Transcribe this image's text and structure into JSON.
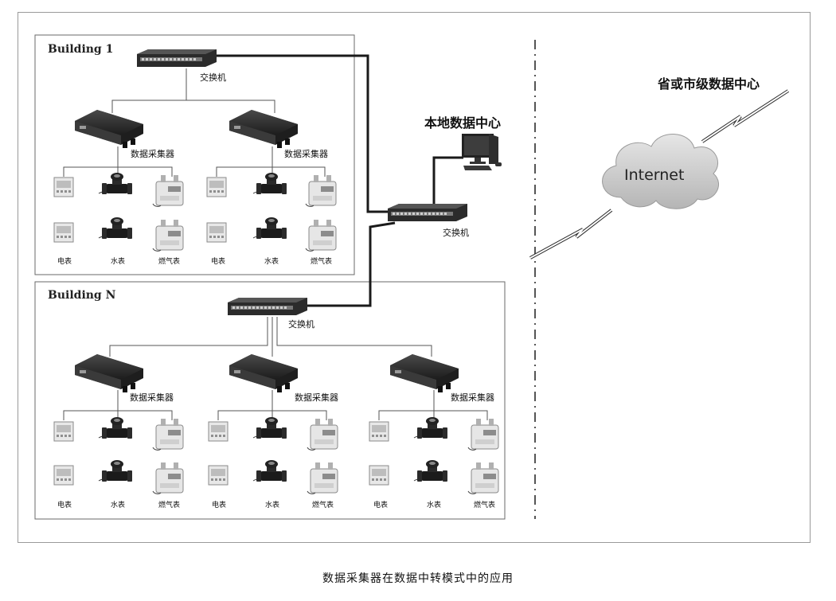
{
  "caption": "数据采集器在数据中转模式中的应用",
  "labels": {
    "switch": "交换机",
    "collector": "数据采集器",
    "electric_meter": "电表",
    "water_meter": "水表",
    "gas_meter": "燃气表",
    "local_data_center": "本地数据中心",
    "provincial_data_center": "省或市级数据中心",
    "internet": "Internet"
  },
  "buildings": [
    {
      "title": "Building 1",
      "collectors": 2
    },
    {
      "title": "Building N",
      "collectors": 3
    }
  ],
  "colors": {
    "frame": "#9a9a9a",
    "line": "#1a1a1a",
    "device_dark": "#2a2a2a",
    "cloud": "#c9c9c9"
  }
}
